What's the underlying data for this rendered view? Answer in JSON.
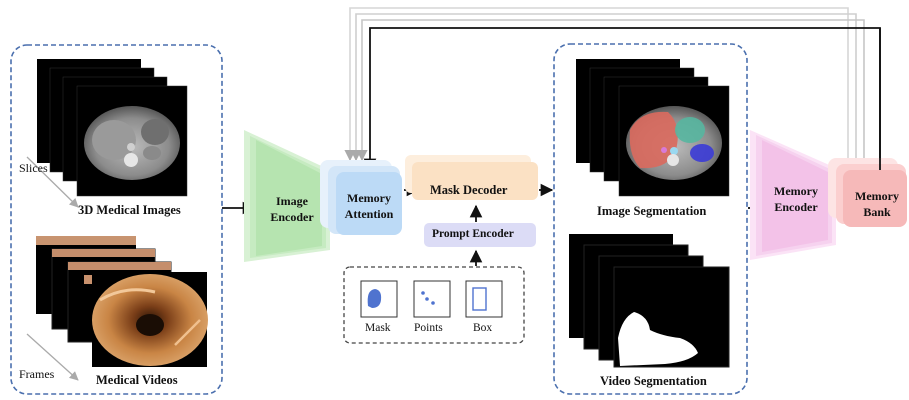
{
  "inputs": {
    "slices_label": "Slices",
    "images_title": "3D Medical Images",
    "frames_label": "Frames",
    "videos_title": "Medical Videos"
  },
  "modules": {
    "image_encoder": [
      "Image",
      "Encoder"
    ],
    "memory_attention": [
      "Memory",
      "Attention"
    ],
    "mask_decoder": "Mask Decoder",
    "prompt_encoder": "Prompt Encoder",
    "memory_encoder": [
      "Memory",
      "Encoder"
    ],
    "memory_bank": [
      "Memory",
      "Bank"
    ]
  },
  "prompts": {
    "mask": "Mask",
    "points": "Points",
    "box": "Box"
  },
  "outputs": {
    "image_segmentation": "Image Segmentation",
    "video_segmentation": "Video Segmentation"
  },
  "colors": {
    "panel_border": "#4a6fae",
    "image_encoder": "#b9e6b4",
    "memory_attention": "#bcdaf6",
    "mask_decoder": "#fbe1c4",
    "prompt_encoder": "#dcdcf6",
    "memory_encoder": "#f6c8ec",
    "memory_bank": "#f6b9b9",
    "arrow": "#111111",
    "feedback_gray": "#c8c8c8",
    "mask_blue": "#4f73cf"
  }
}
